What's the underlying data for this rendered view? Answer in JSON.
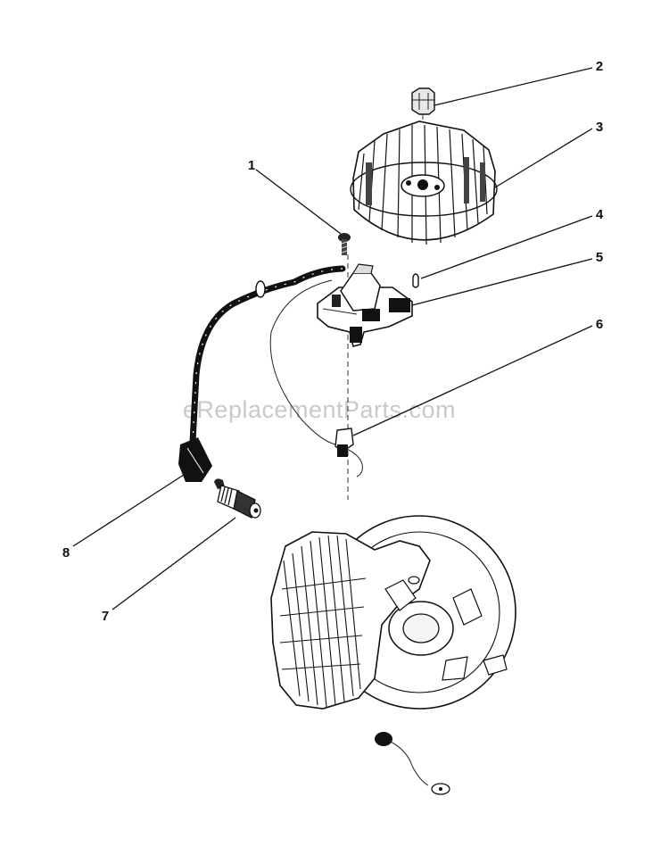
{
  "watermark": "eReplacementParts.com",
  "callouts": [
    {
      "number": "1",
      "part": "screw"
    },
    {
      "number": "2",
      "part": "nut"
    },
    {
      "number": "3",
      "part": "flywheel"
    },
    {
      "number": "4",
      "part": "key"
    },
    {
      "number": "5",
      "part": "ignition module"
    },
    {
      "number": "6",
      "part": "clip"
    },
    {
      "number": "7",
      "part": "spark plug"
    },
    {
      "number": "8",
      "part": "spark plug boot"
    }
  ],
  "icons": {
    "nut": "hex-nut-icon",
    "flywheel": "finned-flywheel-icon",
    "screw": "screw-icon",
    "key": "flywheel-key-icon",
    "module": "ignition-coil-icon",
    "clip": "wire-clip-icon",
    "plug": "spark-plug-icon",
    "boot": "plug-boot-icon",
    "engine": "engine-block-icon"
  }
}
